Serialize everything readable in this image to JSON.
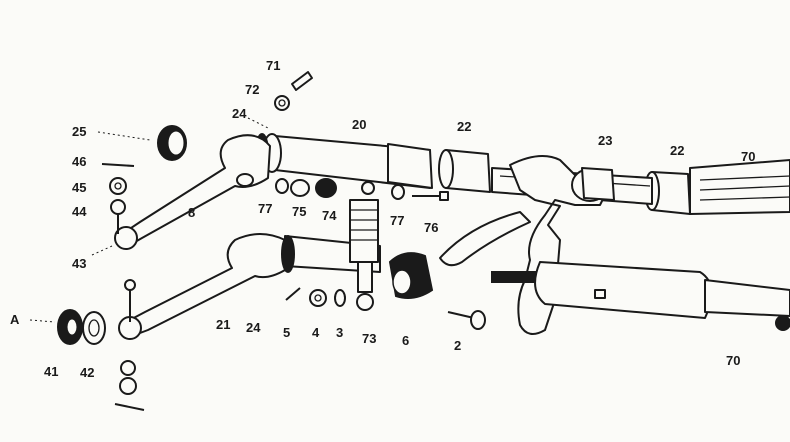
{
  "callouts": {
    "c71": "71",
    "c72": "72",
    "c24a": "24",
    "c25": "25",
    "c20": "20",
    "c22a": "22",
    "c23": "23",
    "c22b": "22",
    "c70a": "70",
    "c46": "46",
    "c45": "45",
    "c44": "44",
    "c8": "8",
    "c77a": "77",
    "c75": "75",
    "c74": "74",
    "c77b": "77",
    "c76": "76",
    "c43": "43",
    "cA": "A",
    "c41": "41",
    "c42": "42",
    "c21": "21",
    "c24b": "24",
    "c5": "5",
    "c4": "4",
    "c3": "3",
    "c73": "73",
    "c6": "6",
    "c2": "2",
    "c70b": "70"
  }
}
